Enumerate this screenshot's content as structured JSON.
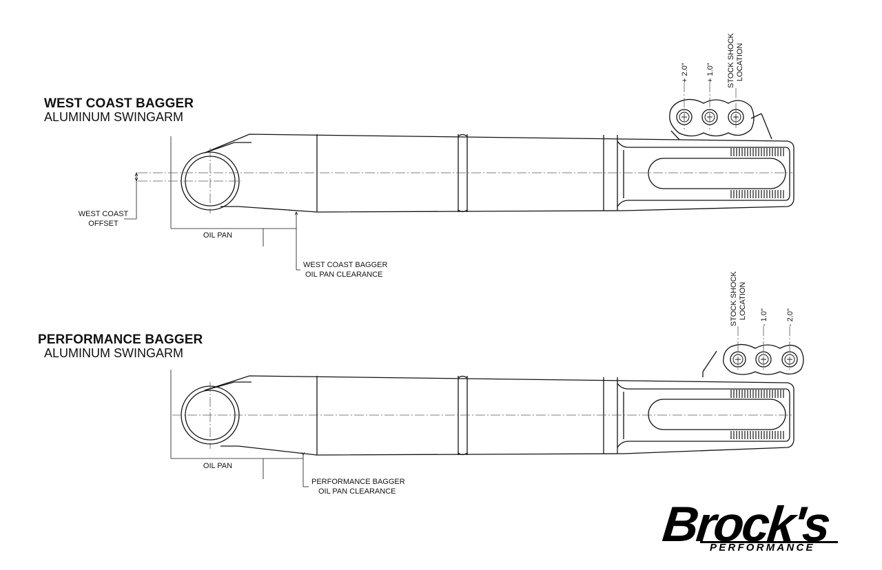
{
  "top": {
    "title": "WEST COAST BAGGER",
    "subtitle": "ALUMINUM SWINGARM",
    "offset_label_1": "WEST COAST",
    "offset_label_2": "OFFSET",
    "oil_pan_label": "OIL PAN",
    "clearance_label_1": "WEST COAST BAGGER",
    "clearance_label_2": "OIL PAN CLEARANCE",
    "shock_labels": [
      "+ 2.0\"",
      "+ 1.0\""
    ],
    "stock_label_1": "STOCK SHOCK",
    "stock_label_2": "LOCATION"
  },
  "bottom": {
    "title": "PERFORMANCE BAGGER",
    "subtitle": "ALUMINUM SWINGARM",
    "oil_pan_label": "OIL PAN",
    "clearance_label_1": "PERFORMANCE BAGGER",
    "clearance_label_2": "OIL PAN CLEARANCE",
    "shock_labels": [
      "- 1.0\"",
      "- 2.0\""
    ],
    "stock_label_1": "STOCK SHOCK",
    "stock_label_2": "LOCATION"
  },
  "logo": {
    "main": "Brock's",
    "sub": "PERFORMANCE"
  },
  "colors": {
    "line": "#111111",
    "center_line": "#555555",
    "background": "#ffffff"
  }
}
